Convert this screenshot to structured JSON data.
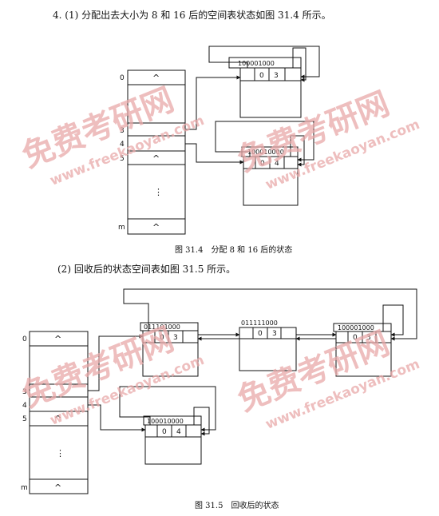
{
  "section1": {
    "heading": "4. (1) 分配出去大小为 8 和 16 后的空间表状态如图 31.4 所示。",
    "caption": "图 31.4　分配 8 和 16 后的状态",
    "table_labels": [
      "0",
      "3",
      "4",
      "5",
      "m"
    ],
    "caret": "^",
    "vdots": "⋮",
    "node1": {
      "label": "100001000",
      "fields": [
        "0",
        "3"
      ]
    },
    "node2": {
      "label": "100010000",
      "fields": [
        "0",
        "4"
      ]
    }
  },
  "section2": {
    "heading": "(2) 回收后的状态空间表如图 31.5 所示。",
    "caption": "图 31.5　回收后的状态",
    "table_labels": [
      "0",
      "3",
      "4",
      "5",
      "m"
    ],
    "caret": "^",
    "vdots": "⋮",
    "node_a": {
      "label": "011101000",
      "fields": [
        "0",
        "3"
      ]
    },
    "node_b": {
      "label": "011111000",
      "fields": [
        "0",
        "3"
      ]
    },
    "node_c": {
      "label": "100001000",
      "fields": [
        "0",
        "3"
      ]
    },
    "node_d": {
      "label": "100010000",
      "fields": [
        "0",
        "4"
      ]
    }
  },
  "watermark": {
    "cn": "免费考研网",
    "en": "www.freekaoyan.com",
    "color": "#e8a8a8"
  }
}
